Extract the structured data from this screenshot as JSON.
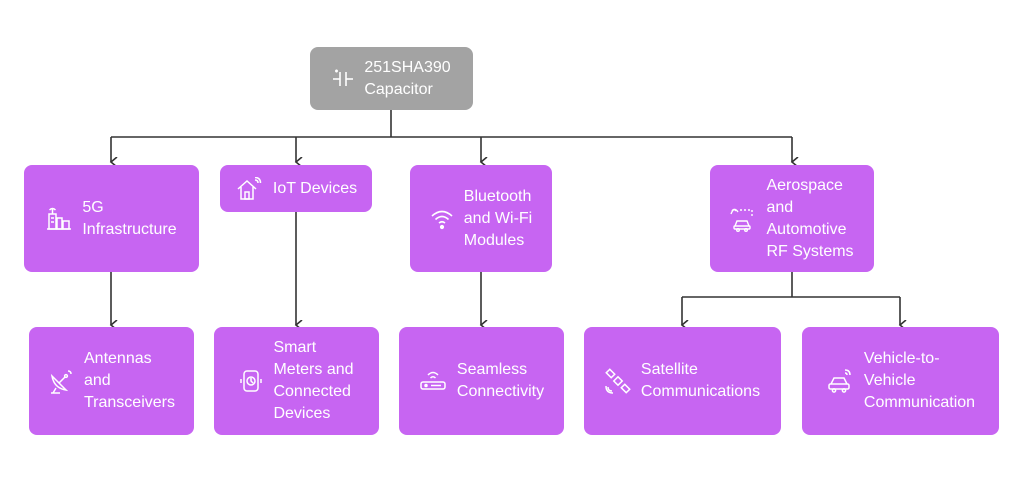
{
  "colors": {
    "node_fill": "#c765f2",
    "root_fill": "#a3a3a3",
    "connector": "#333333",
    "text": "#ffffff"
  },
  "root": {
    "label": "251SHA390\nCapacitor",
    "icon": "capacitor-icon"
  },
  "level1": [
    {
      "label": "5G\nInfrastructure",
      "icon": "building-icon"
    },
    {
      "label": "IoT Devices",
      "icon": "smart-home-icon"
    },
    {
      "label": "Bluetooth\nand Wi-Fi\nModules",
      "icon": "wifi-icon"
    },
    {
      "label": "Aerospace\nand\nAutomotive\nRF Systems",
      "icon": "connected-car-icon"
    }
  ],
  "level2": [
    {
      "label": "Antennas\nand\nTransceivers",
      "icon": "satellite-dish-icon"
    },
    {
      "label": "Smart\nMeters and\nConnected\nDevices",
      "icon": "smart-meter-icon"
    },
    {
      "label": "Seamless\nConnectivity",
      "icon": "router-icon"
    },
    {
      "label": "Satellite\nCommunications",
      "icon": "satellite-icon"
    },
    {
      "label": "Vehicle-to-\nVehicle\nCommunication",
      "icon": "car-signal-icon"
    }
  ]
}
